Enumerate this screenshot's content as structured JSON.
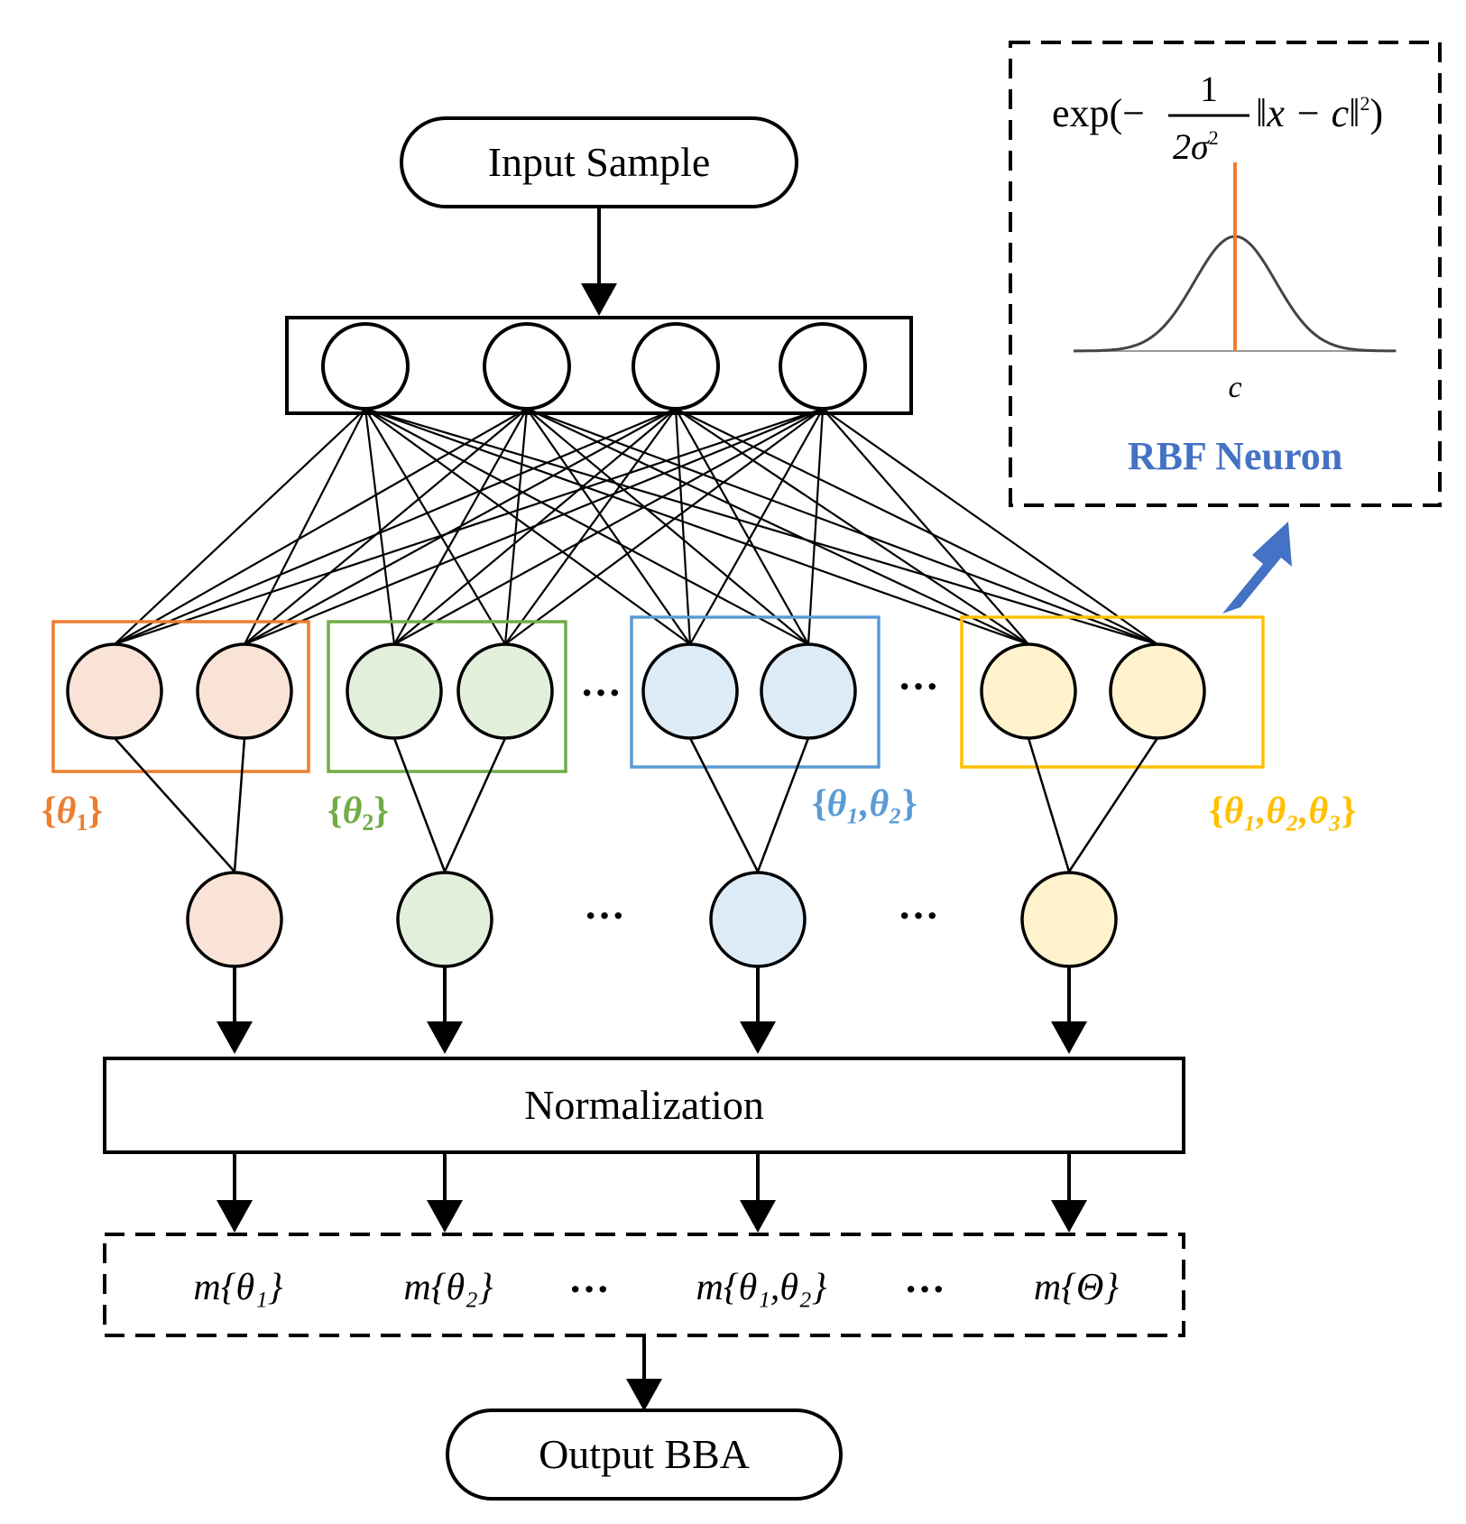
{
  "input": {
    "label": "Input Sample"
  },
  "output": {
    "label": "Output BBA"
  },
  "normalization": {
    "label": "Normalization"
  },
  "rbf_panel": {
    "title": "RBF Neuron",
    "formula_prefix": "exp(−",
    "formula_num": "1",
    "formula_den": "2σ",
    "formula_den_exp": "2",
    "formula_norm": "‖x − c‖",
    "formula_norm_exp": "2",
    "formula_suffix": ")",
    "center_label": "c"
  },
  "ellipsis": "···",
  "groups": [
    {
      "id": "theta1",
      "color": "#ed7d31",
      "fill": "#f9e3d6",
      "label_open": "{",
      "label_sym": "θ",
      "label_sub": "1",
      "label_close": "}"
    },
    {
      "id": "theta2",
      "color": "#70ad47",
      "fill": "#e2efda",
      "label_open": "{",
      "label_sym": "θ",
      "label_sub": "2",
      "label_close": "}"
    },
    {
      "id": "theta12",
      "color": "#5b9bd5",
      "fill": "#ddebf7",
      "label_open": "{",
      "label_sym": "θ₁,θ₂",
      "label_sub": "",
      "label_close": "}"
    },
    {
      "id": "theta123",
      "color": "#ffc000",
      "fill": "#fff2cc",
      "label_open": "{",
      "label_sym": "θ₁,θ₂,θ₃",
      "label_sub": "",
      "label_close": "}"
    }
  ],
  "masses": [
    {
      "text": "m{θ₁}"
    },
    {
      "text": "m{θ₂}"
    },
    {
      "text": "m{θ₁,θ₂}"
    },
    {
      "text": "m{Θ}"
    }
  ],
  "colors": {
    "rbf_title": "#4472c4",
    "arrow_blue": "#4472c4",
    "curve_line": "#ed7d31"
  }
}
